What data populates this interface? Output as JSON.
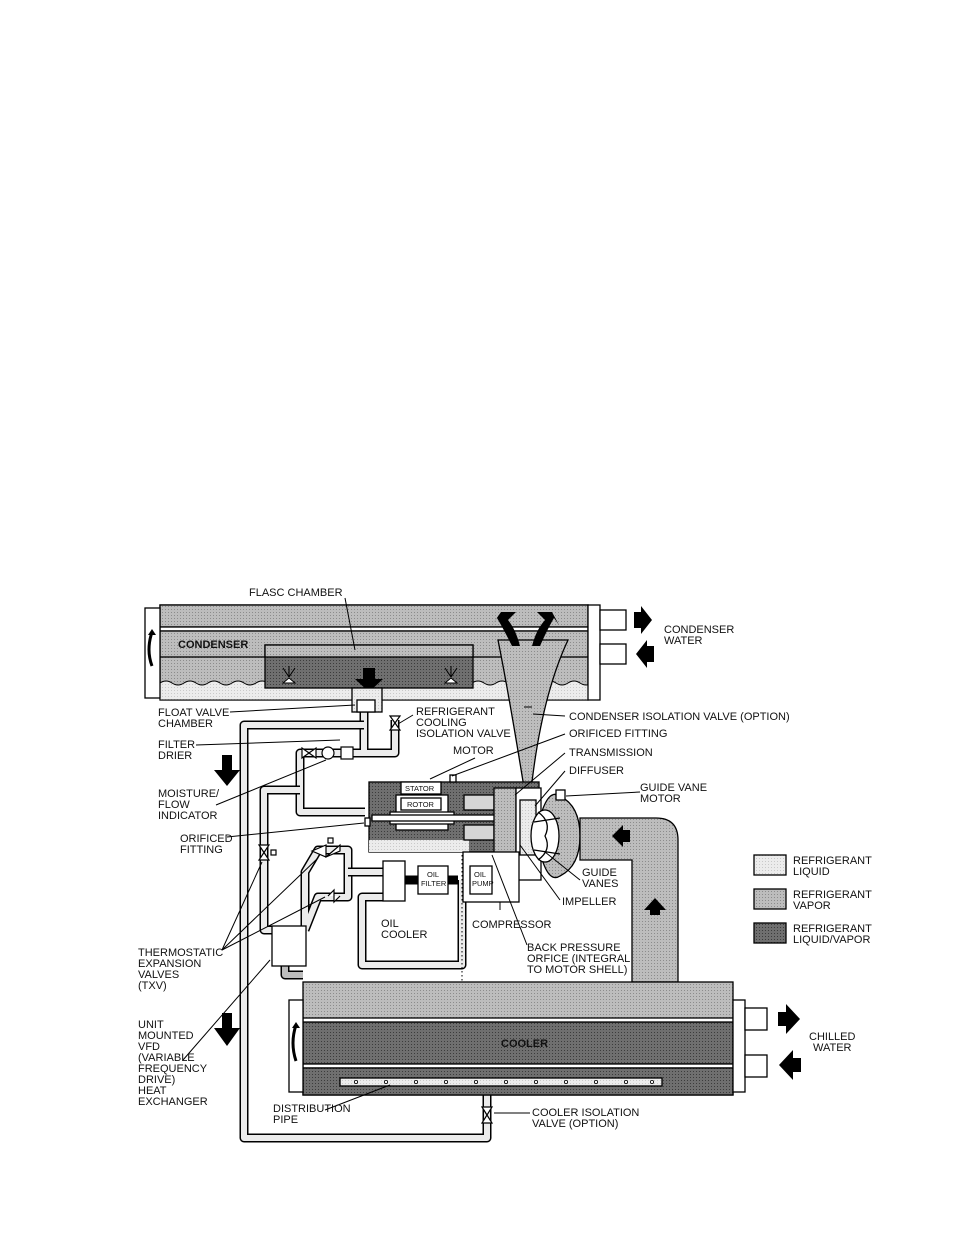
{
  "colors": {
    "liquid": "#e9e9e9",
    "vapor": "#b9b9b9",
    "liquid_vapor": "#6f6f6f",
    "outline": "#000000"
  },
  "components": {
    "condenser": "CONDENSER",
    "cooler": "COOLER",
    "stator": "STATOR",
    "rotor": "ROTOR",
    "oil_filter": [
      "OIL",
      "FILTER"
    ],
    "oil_pump": [
      "OIL",
      "PUMP"
    ]
  },
  "labels": {
    "flasc_chamber": [
      "FLASC CHAMBER"
    ],
    "condenser_water": [
      "CONDENSER",
      "WATER"
    ],
    "float_valve_chamber": [
      "FLOAT VALVE",
      "CHAMBER"
    ],
    "refrigerant_cooling_isolation_valve": [
      "REFRIGERANT",
      "COOLING",
      "ISOLATION VALVE"
    ],
    "condenser_isolation_valve": [
      "CONDENSER ISOLATION VALVE (OPTION)"
    ],
    "filter_drier": [
      "FILTER",
      "DRIER"
    ],
    "orificed_fitting_top": [
      "ORIFICED FITTING"
    ],
    "motor": [
      "MOTOR"
    ],
    "transmission": [
      "TRANSMISSION"
    ],
    "diffuser": [
      "DIFFUSER"
    ],
    "guide_vane_motor": [
      "GUIDE VANE",
      "MOTOR"
    ],
    "moisture_flow_indicator": [
      "MOISTURE/",
      "FLOW",
      "INDICATOR"
    ],
    "orificed_fitting_left": [
      "ORIFICED",
      "FITTING"
    ],
    "guide_vanes": [
      "GUIDE",
      "VANES"
    ],
    "impeller": [
      "IMPELLER"
    ],
    "oil_cooler": [
      "OIL",
      "COOLER"
    ],
    "compressor": [
      "COMPRESSOR"
    ],
    "back_pressure_orifice": [
      "BACK PRESSURE",
      "ORFICE (INTEGRAL",
      "TO MOTOR SHELL)"
    ],
    "thermostatic_expansion_valves": [
      "THERMOSTATIC",
      "EXPANSION",
      "VALVES",
      "(TXV)"
    ],
    "unit_mounted_vfd": [
      "UNIT",
      "MOUNTED",
      "VFD",
      "(VARIABLE",
      "FREQUENCY",
      "DRIVE)",
      "HEAT",
      "EXCHANGER"
    ],
    "distribution_pipe": [
      "DISTRIBUTION",
      "PIPE"
    ],
    "cooler_isolation_valve": [
      "COOLER ISOLATION",
      "VALVE (OPTION)"
    ],
    "chilled_water": [
      "CHILLED",
      "WATER"
    ]
  },
  "legend": [
    {
      "key": "liquid",
      "lines": [
        "REFRIGERANT",
        "LIQUID"
      ]
    },
    {
      "key": "vapor",
      "lines": [
        "REFRIGERANT",
        "VAPOR"
      ]
    },
    {
      "key": "liquid_vapor",
      "lines": [
        "REFRIGERANT",
        "LIQUID/VAPOR"
      ]
    }
  ]
}
